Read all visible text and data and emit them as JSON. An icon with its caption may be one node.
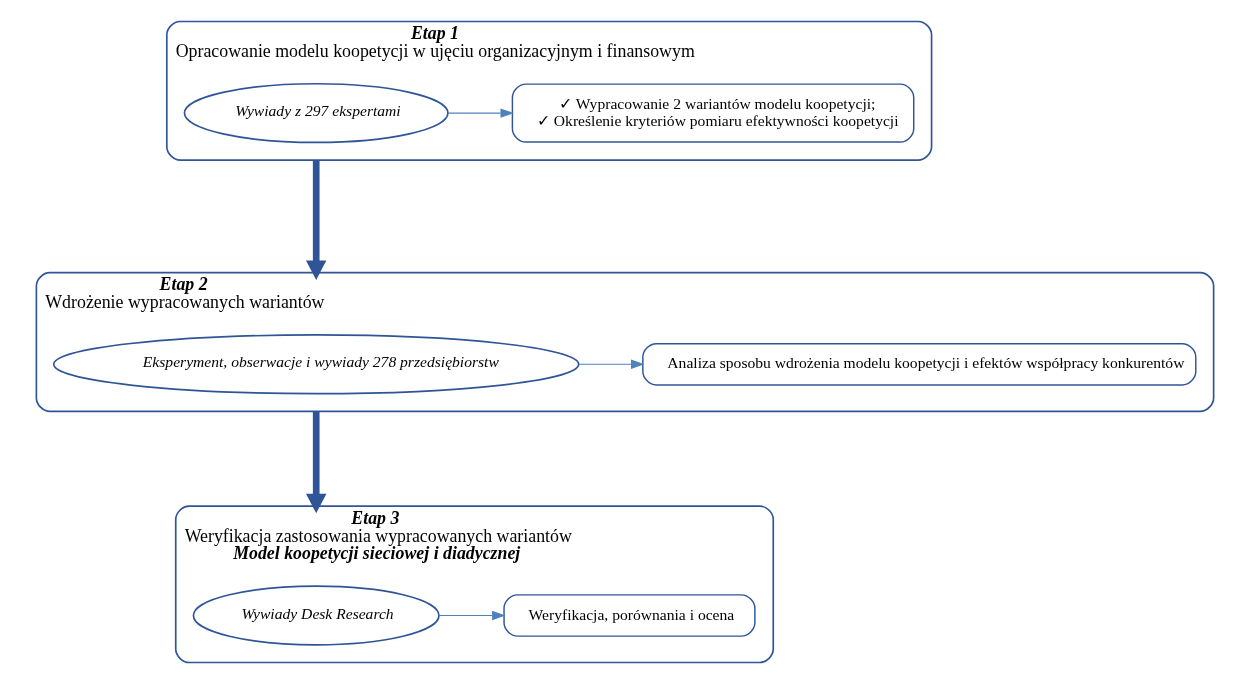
{
  "diagram": {
    "nodes": [
      {
        "text": [
          "Etap 1",
          "Opracowanie modelu koopetycji w ujęciu organizacyjnym i finansowym"
        ]
      },
      {
        "text": [
          "Wywiady z 297 ekspertami"
        ],
        "in": 0
      },
      {
        "text": [
          "✓ Wypracowanie 2 wariantów modelu koopetycji;",
          "✓ Określenie kryteriów pomiaru efektywności koopetycji"
        ],
        "in": 0
      },
      {
        "text": [
          "Etap 2",
          "Wdrożenie wypracowanych wariantów"
        ]
      },
      {
        "text": [
          "Eksperyment, obserwacje i wywiady 278 przedsiębiorstw"
        ],
        "in": 3
      },
      {
        "text": [
          "Analiza sposobu wdrożenia modelu koopetycji i efektów współpracy konkurentów"
        ],
        "in": 3
      },
      {
        "text": [
          "Etap 3",
          "Weryfikacja zastosowania wypracowanych wariantów",
          "Model koopetycji sieciowej i diadycznej"
        ]
      },
      {
        "text": [
          "Wywiady Desk Research"
        ],
        "in": 6
      },
      {
        "text": [
          "Weryfikacja, porównania i ocena"
        ],
        "in": 6
      }
    ],
    "edges": [
      {
        "from": 1,
        "to": 2,
        "arrow": "to"
      },
      {
        "from": 0,
        "to": 3,
        "arrow": "to",
        "style": "thick",
        "color": "#2f5597"
      },
      {
        "from": 4,
        "to": 5,
        "arrow": "to"
      },
      {
        "from": 3,
        "to": 6,
        "arrow": "to",
        "style": "thick",
        "color": "#2f5597"
      },
      {
        "from": 7,
        "to": 8,
        "arrow": "to"
      }
    ]
  }
}
